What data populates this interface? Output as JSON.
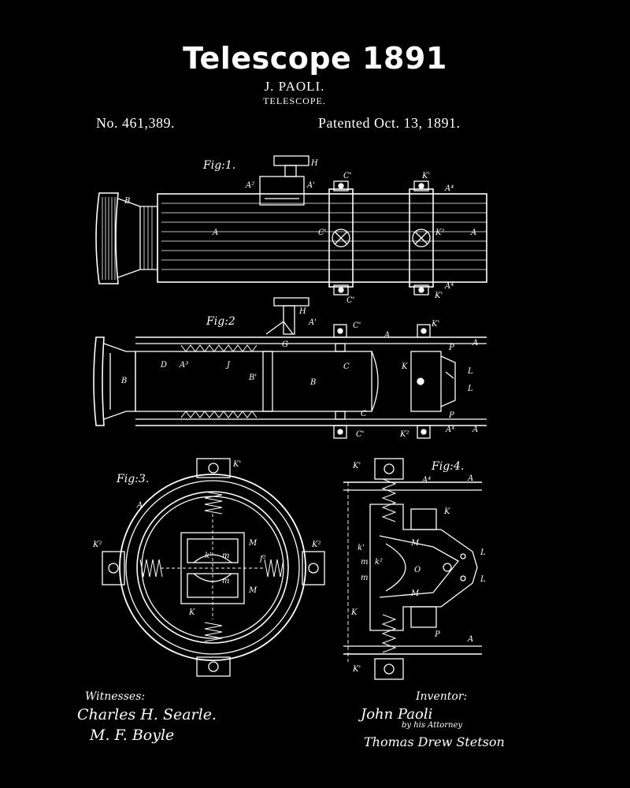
{
  "header": {
    "title": "Telescope 1891",
    "inventor_name": "J. PAOLI.",
    "subject": "TELESCOPE.",
    "patent_number": "No. 461,389.",
    "patent_date": "Patented Oct. 13, 1891."
  },
  "figures": {
    "fig1": "Fig:1.",
    "fig2": "Fig:2",
    "fig3": "Fig:3.",
    "fig4": "Fig:4."
  },
  "labels": {
    "A": "A",
    "B": "B",
    "B1": "B'",
    "C": "C",
    "C1": "C'",
    "D": "D",
    "G": "G",
    "H": "H",
    "J": "J",
    "K": "K",
    "K1": "K'",
    "K2": "K²",
    "L": "L",
    "M": "M",
    "P": "P",
    "O": "O",
    "m": "m",
    "k1": "k'",
    "k2": "k²",
    "A1": "A'",
    "A2": "A²",
    "A3": "A³",
    "A4": "A⁴",
    "F2": "f²"
  },
  "footer": {
    "witnesses_heading": "Witnesses:",
    "witness_1": "Charles H. Searle.",
    "witness_2": "M. F. Boyle",
    "inventor_heading": "Inventor:",
    "inventor_signature": "John Paoli",
    "attorney_line": "by his Attorney",
    "attorney_signature": "Thomas Drew Stetson"
  },
  "colors": {
    "background": "#000000",
    "ink": "#ffffff"
  }
}
